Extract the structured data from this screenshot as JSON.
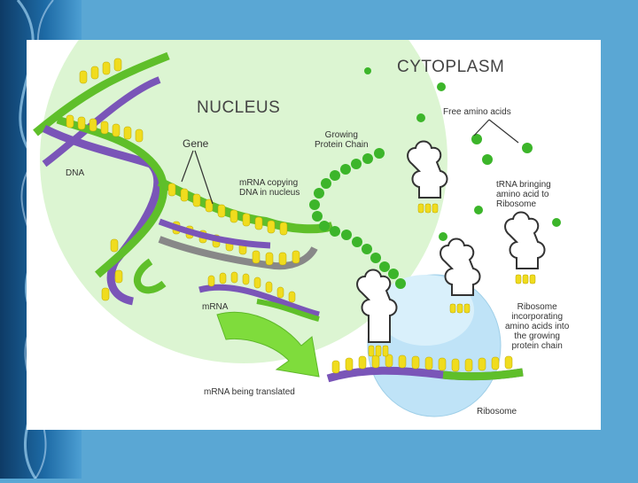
{
  "labels": {
    "cytoplasm": "CYTOPLASM",
    "nucleus": "NUCLEUS",
    "free_amino": "Free amino acids",
    "growing_l1": "Growing",
    "growing_l2": "Protein Chain",
    "gene": "Gene",
    "dna": "DNA",
    "mrna_copy_l1": "mRNA copying",
    "mrna_copy_l2": "DNA in nucleus",
    "trna_l1": "tRNA bringing",
    "trna_l2": "amino acid to",
    "trna_l3": "Ribosome",
    "mrna": "mRNA",
    "ribo_inc_l1": "Ribosome",
    "ribo_inc_l2": "incorporating",
    "ribo_inc_l3": "amino acids into",
    "ribo_inc_l4": "the growing",
    "ribo_inc_l5": "protein chain",
    "translated": "mRNA being translated",
    "ribosome": "Ribosome"
  },
  "colors": {
    "background": "#5aa7d4",
    "nucleus": "#dcf5d2",
    "dna_green": "#5fbf2a",
    "dna_purple": "#7a55b8",
    "base_yellow": "#f0dc1e",
    "amino_green": "#3cb52a",
    "ribosome": "#bfe3f7",
    "arrow": "#7fdc3c"
  },
  "icons": {
    "trna": "trna-cloverleaf-icon",
    "amino_acid": "amino-acid-bead-icon"
  }
}
